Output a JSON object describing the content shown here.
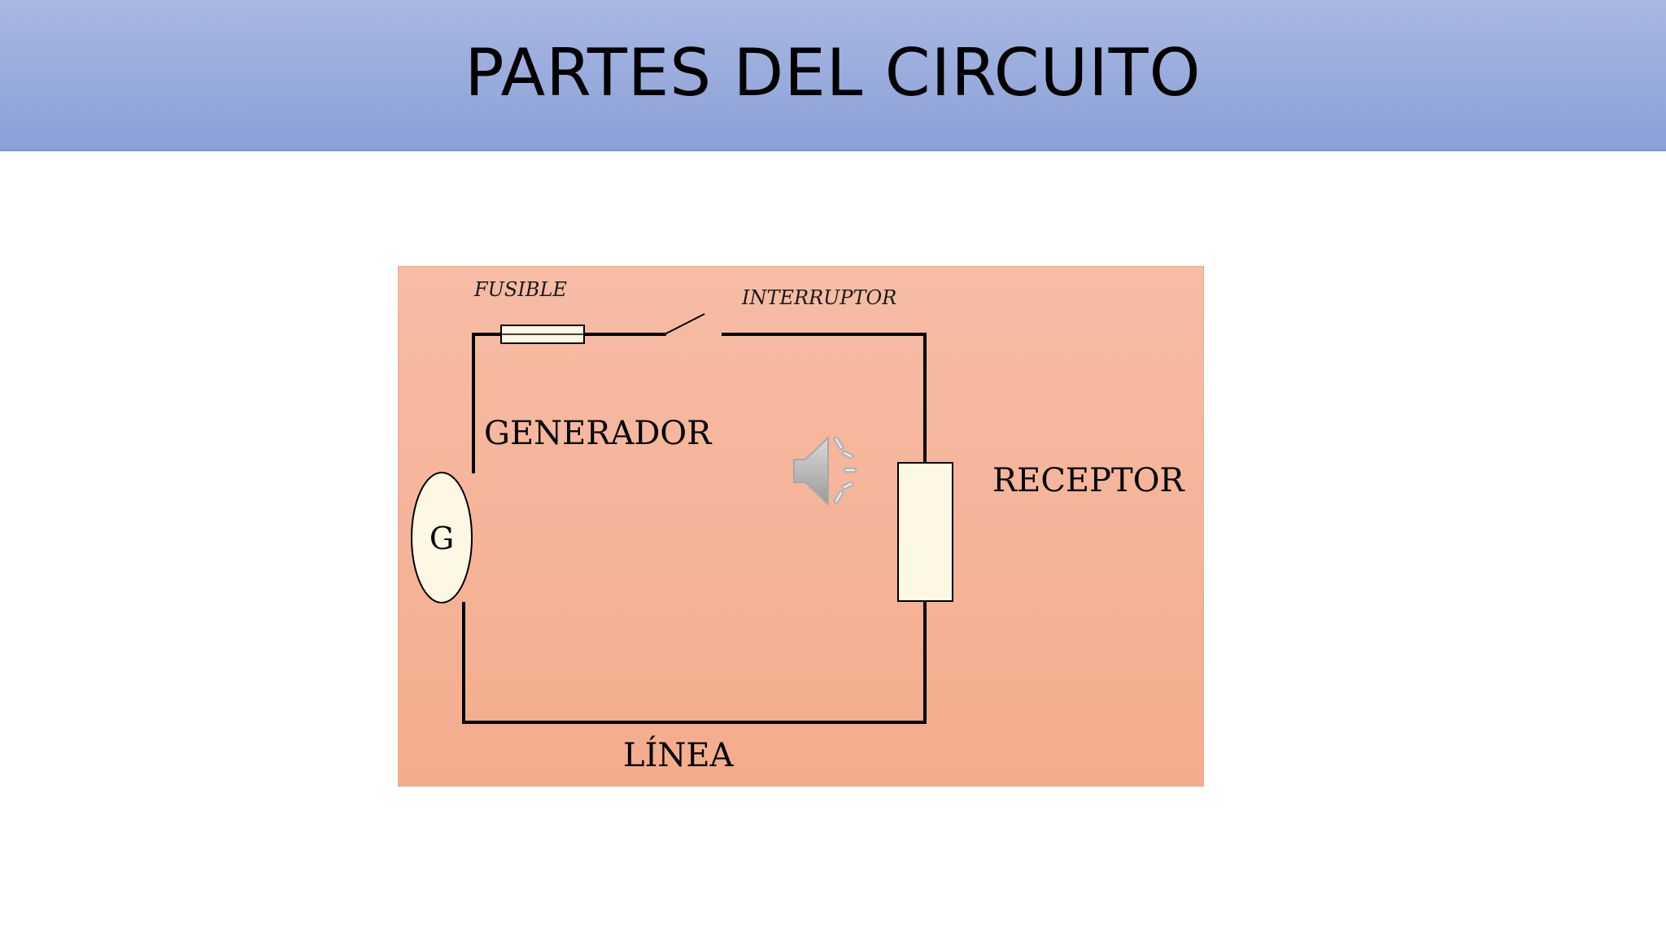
{
  "slide": {
    "title": "PARTES DEL CIRCUITO"
  },
  "diagram": {
    "labels": {
      "fusible": "FUSIBLE",
      "interruptor": "INTERRUPTOR",
      "generador": "GENERADOR",
      "receptor": "RECEPTOR",
      "linea": "LÍNEA",
      "generator_symbol": "G"
    },
    "colors": {
      "panel_top": "#f6bca5",
      "panel_bottom": "#f4ac8c",
      "component_fill": "#fdf8e4",
      "wire": "#000000",
      "title_bar": "#98abdc"
    },
    "icons": {
      "audio": "speaker-icon"
    }
  }
}
